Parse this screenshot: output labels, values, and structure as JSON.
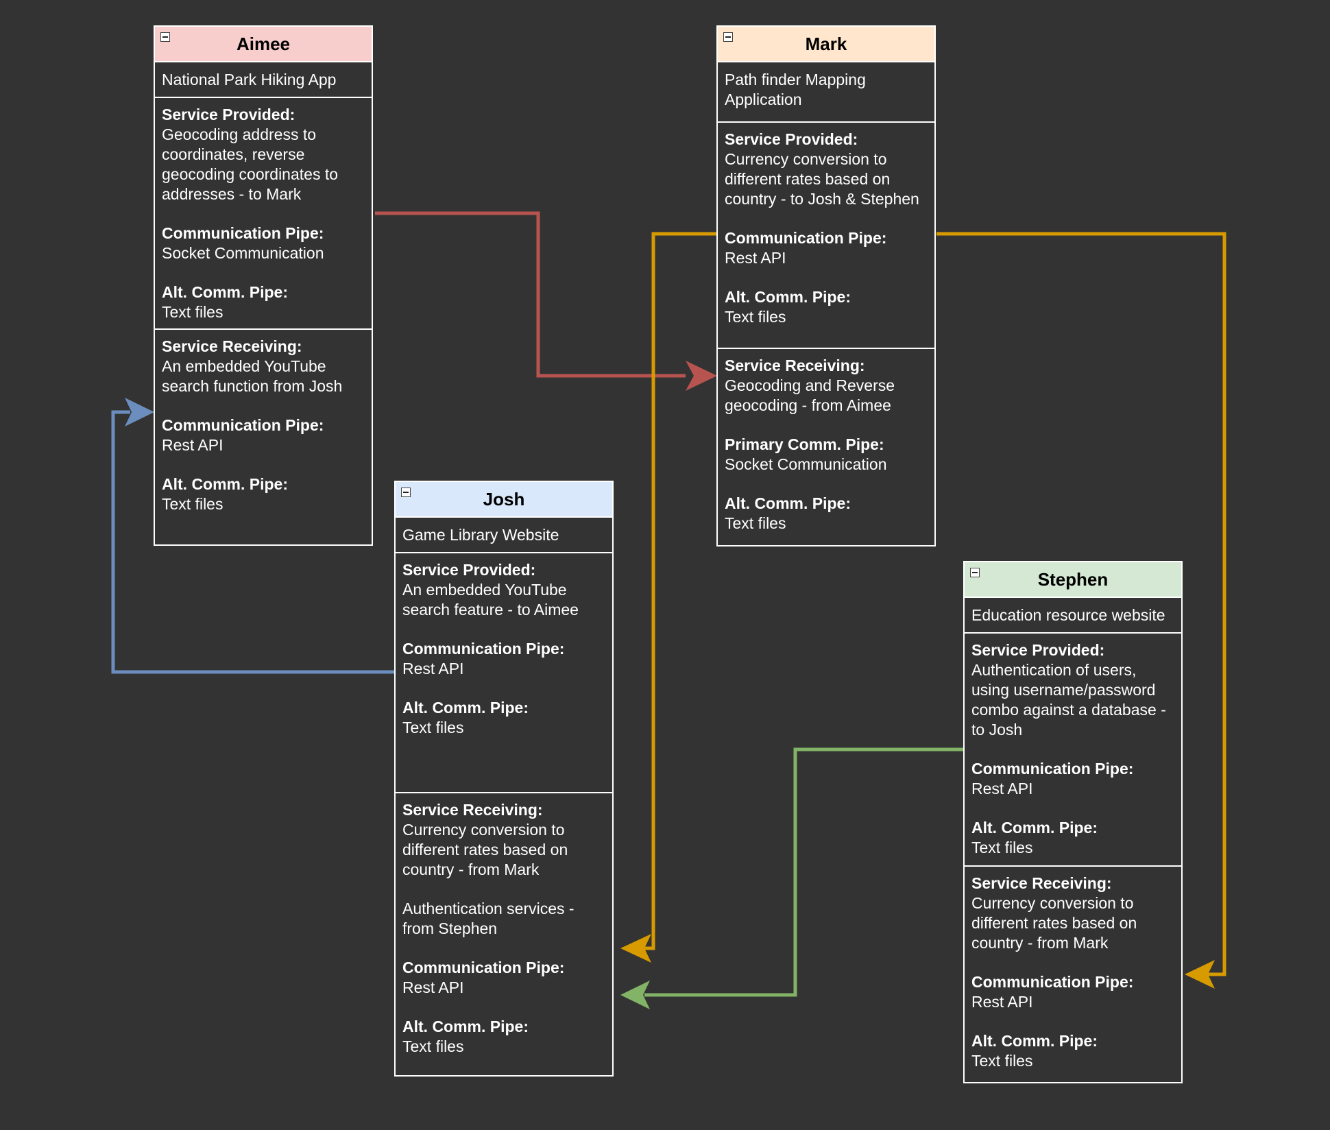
{
  "colors": {
    "background": "#333333",
    "aimee_header": "#f8cecc",
    "mark_header": "#ffe6cc",
    "josh_header": "#dae8fc",
    "stephen_header": "#d5e8d4",
    "arrow_red": "#b85450",
    "arrow_orange": "#d79b00",
    "arrow_blue": "#6c8ebf",
    "arrow_green": "#82b366"
  },
  "aimee": {
    "name": "Aimee",
    "project": "National Park Hiking App",
    "provided": {
      "label": "Service Provided:",
      "text": "Geocoding address to coordinates, reverse geocoding coordinates to addresses - to Mark",
      "pipe_label": "Communication Pipe:",
      "pipe": "Socket Communication",
      "alt_label": "Alt. Comm. Pipe:",
      "alt": "Text files"
    },
    "receiving": {
      "label": "Service Receiving:",
      "text": "An embedded YouTube search function from Josh",
      "pipe_label": "Communication Pipe:",
      "pipe": "Rest API",
      "alt_label": "Alt. Comm. Pipe:",
      "alt": "Text files"
    }
  },
  "mark": {
    "name": "Mark",
    "project": "Path finder Mapping Application",
    "provided": {
      "label": "Service Provided:",
      "text": "Currency conversion to different rates based on country - to Josh & Stephen",
      "pipe_label": "Communication Pipe:",
      "pipe": "Rest API",
      "alt_label": "Alt. Comm. Pipe:",
      "alt": "Text files"
    },
    "receiving": {
      "label": "Service Receiving:",
      "text": "Geocoding and Reverse geocoding - from Aimee",
      "pipe_label": "Primary Comm. Pipe:",
      "pipe": "Socket Communication",
      "alt_label": "Alt. Comm. Pipe:",
      "alt": "Text files"
    }
  },
  "josh": {
    "name": "Josh",
    "project": "Game Library Website",
    "provided": {
      "label": "Service Provided:",
      "text": "An embedded YouTube search feature - to Aimee",
      "pipe_label": "Communication Pipe:",
      "pipe": "Rest API",
      "alt_label": "Alt. Comm. Pipe:",
      "alt": "Text files"
    },
    "receiving": {
      "label": "Service Receiving:",
      "text": "Currency conversion to different rates based on country - from Mark",
      "text2": "Authentication services - from Stephen",
      "pipe_label": "Communication Pipe:",
      "pipe": "Rest API",
      "alt_label": "Alt. Comm. Pipe:",
      "alt": "Text files"
    }
  },
  "stephen": {
    "name": "Stephen",
    "project": "Education resource website",
    "provided": {
      "label": "Service Provided:",
      "text": "Authentication of users, using username/password combo against a database - to Josh",
      "pipe_label": "Communication Pipe:",
      "pipe": "Rest API",
      "alt_label": "Alt. Comm. Pipe:",
      "alt": "Text files"
    },
    "receiving": {
      "label": "Service Receiving:",
      "text": "Currency conversion to different rates based on country - from Mark",
      "pipe_label": "Communication Pipe:",
      "pipe": "Rest API",
      "alt_label": "Alt. Comm. Pipe:",
      "alt": "Text files"
    }
  }
}
